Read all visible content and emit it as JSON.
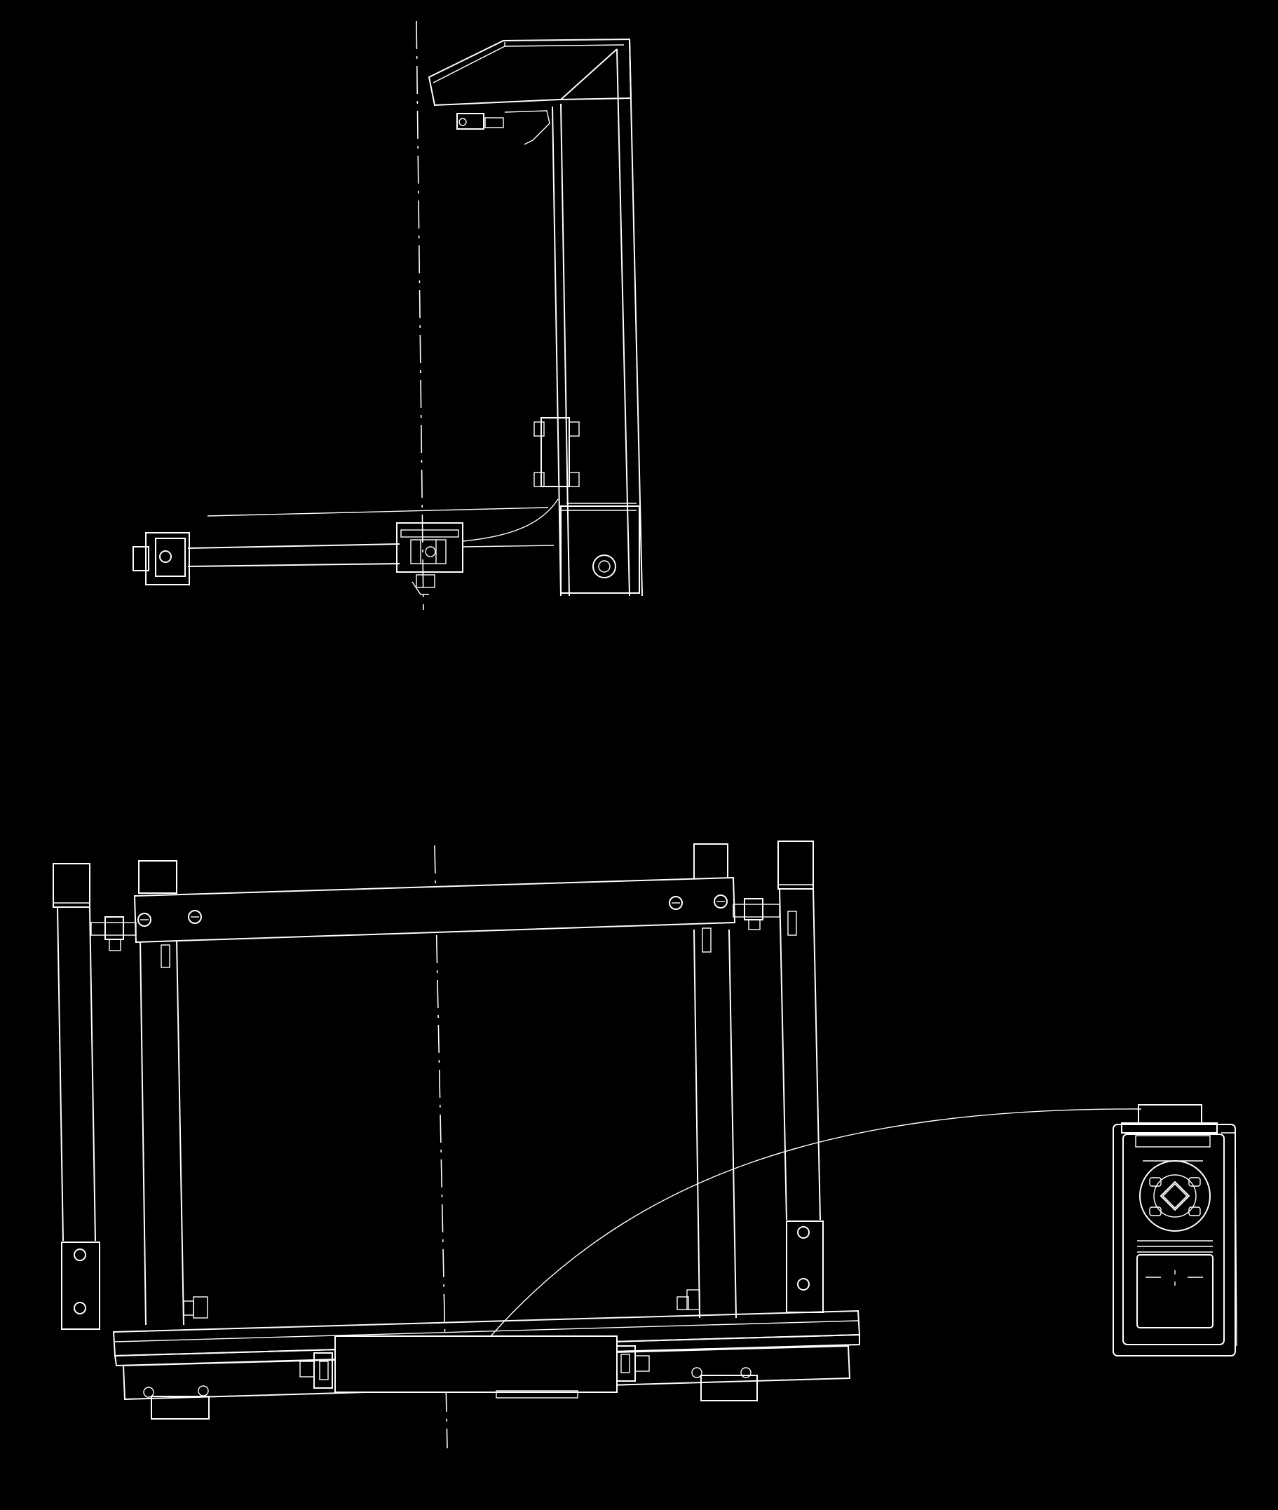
{
  "drawing": {
    "background": "#000000",
    "line_color": "#ffffff",
    "views": [
      {
        "id": "side-view",
        "text": []
      },
      {
        "id": "front-view",
        "text": []
      },
      {
        "id": "controller",
        "text": []
      }
    ]
  }
}
